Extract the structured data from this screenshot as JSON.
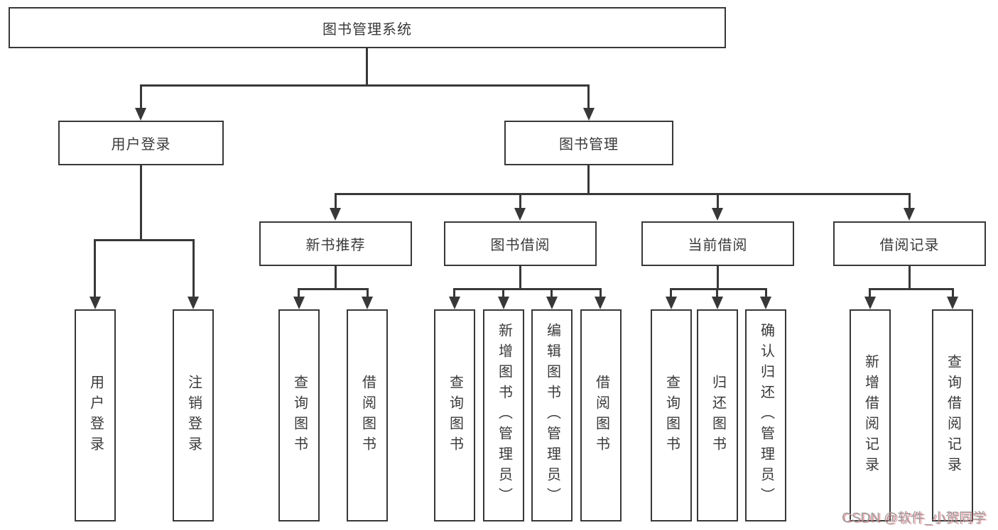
{
  "diagram": {
    "root": "图书管理系统",
    "level2": {
      "user_login": "用户登录",
      "book_management": "图书管理"
    },
    "level3": {
      "new_book_recommend": "新书推荐",
      "book_borrowing": "图书借阅",
      "current_borrowing": "当前借阅",
      "borrowing_records": "借阅记录"
    },
    "leaves": {
      "user_login": [
        "用户登录",
        "注销登录"
      ],
      "new_book_recommend": [
        "查询图书",
        "借阅图书"
      ],
      "book_borrowing": [
        "查询图书",
        "新增图书（管理员）",
        "编辑图书（管理员）",
        "借阅图书"
      ],
      "current_borrowing": [
        "查询图书",
        "归还图书",
        "确认归还（管理员）"
      ],
      "borrowing_records": [
        "新增借阅记录",
        "查询借阅记录"
      ]
    }
  },
  "watermark": {
    "text": "CSDN @软件_小贺同学"
  },
  "colors": {
    "line": "#383838",
    "text": "#3a3a3a",
    "background": "#ffffff",
    "watermark_gray": "#9d9d9d",
    "watermark_red": "#d95a64"
  }
}
